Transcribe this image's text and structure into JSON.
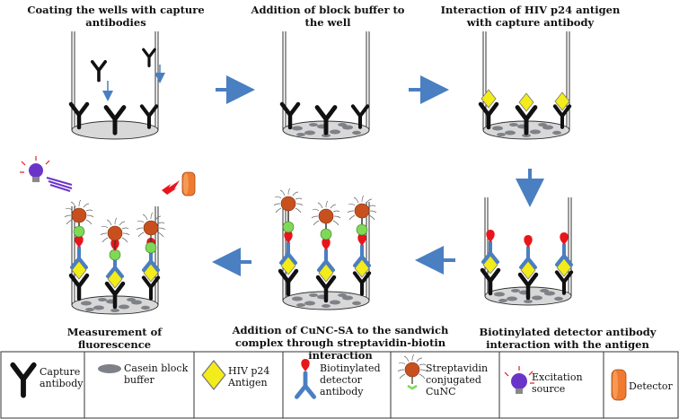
{
  "captions": {
    "step1": "Coating the wells with capture antibodies",
    "step2": "Addition of block buffer to the well",
    "step3": "Interaction of HIV p24 antigen with capture antibody",
    "step4": "Biotinylated detector antibody interaction with the antigen",
    "step5": "Addition of CuNC-SA to the sandwich complex through streptavidin-biotin interaction",
    "step6": "Measurement of fluorescence"
  },
  "legend": {
    "capture_antibody": "Capture antibody",
    "casein": "Casein block buffer",
    "antigen": "HIV p24 Antigen",
    "biotinylated": "Biotinylated detector antibody",
    "streptavidin": "Streptavidin conjugated CuNC",
    "excitation": "Excitation source",
    "detector": "Detector"
  },
  "colors": {
    "arrow": "#4a7fc1",
    "antigen": "#f2ec1a",
    "biotin": "#e8161b",
    "antibody": "#4a7fc1",
    "streptavidin": "#7ed957",
    "cunc": "#c8501e",
    "casein": "#7e8187",
    "detector": "#f07a2f",
    "excitation": "#6b34c9"
  }
}
